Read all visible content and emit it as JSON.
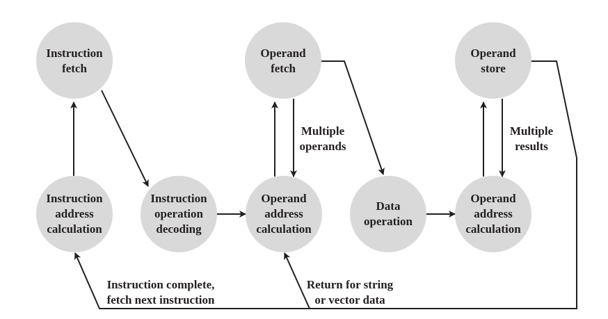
{
  "nodes": {
    "instruction_fetch": {
      "line1": "Instruction",
      "line2": "fetch"
    },
    "operand_fetch": {
      "line1": "Operand",
      "line2": "fetch"
    },
    "operand_store": {
      "line1": "Operand",
      "line2": "store"
    },
    "instruction_address_calculation": {
      "line1": "Instruction",
      "line2": "address",
      "line3": "calculation"
    },
    "instruction_operation_decoding": {
      "line1": "Instruction",
      "line2": "operation",
      "line3": "decoding"
    },
    "operand_address_calculation_1": {
      "line1": "Operand",
      "line2": "address",
      "line3": "calculation"
    },
    "data_operation": {
      "line1": "Data",
      "line2": "operation"
    },
    "operand_address_calculation_2": {
      "line1": "Operand",
      "line2": "address",
      "line3": "calculation"
    }
  },
  "edge_labels": {
    "multiple_operands": {
      "line1": "Multiple",
      "line2": "operands"
    },
    "multiple_results": {
      "line1": "Multiple",
      "line2": "results"
    },
    "instruction_complete": {
      "line1": "Instruction complete,",
      "line2": "fetch next instruction"
    },
    "return_for_string": {
      "line1": "Return for string",
      "line2": "or vector data"
    }
  },
  "colors": {
    "node_fill": "#d9d9d9",
    "line": "#231f20",
    "text": "#231f20"
  }
}
